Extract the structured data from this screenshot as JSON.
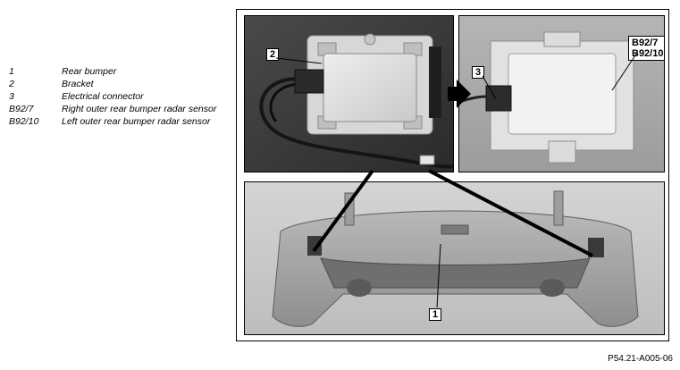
{
  "legend": [
    {
      "key": "1",
      "text": "Rear bumper"
    },
    {
      "key": "2",
      "text": "Bracket"
    },
    {
      "key": "3",
      "text": "Electrical connector"
    },
    {
      "key": "B92/7",
      "text": "Right outer rear bumper radar sensor"
    },
    {
      "key": "B92/10",
      "text": "Left outer rear bumper radar sensor"
    }
  ],
  "callouts": {
    "bracket": "2",
    "connector": "3",
    "sensor_right": "B92/7",
    "sensor_left": "B92/10",
    "bumper": "1"
  },
  "image_code": "P54.21-A005-06"
}
